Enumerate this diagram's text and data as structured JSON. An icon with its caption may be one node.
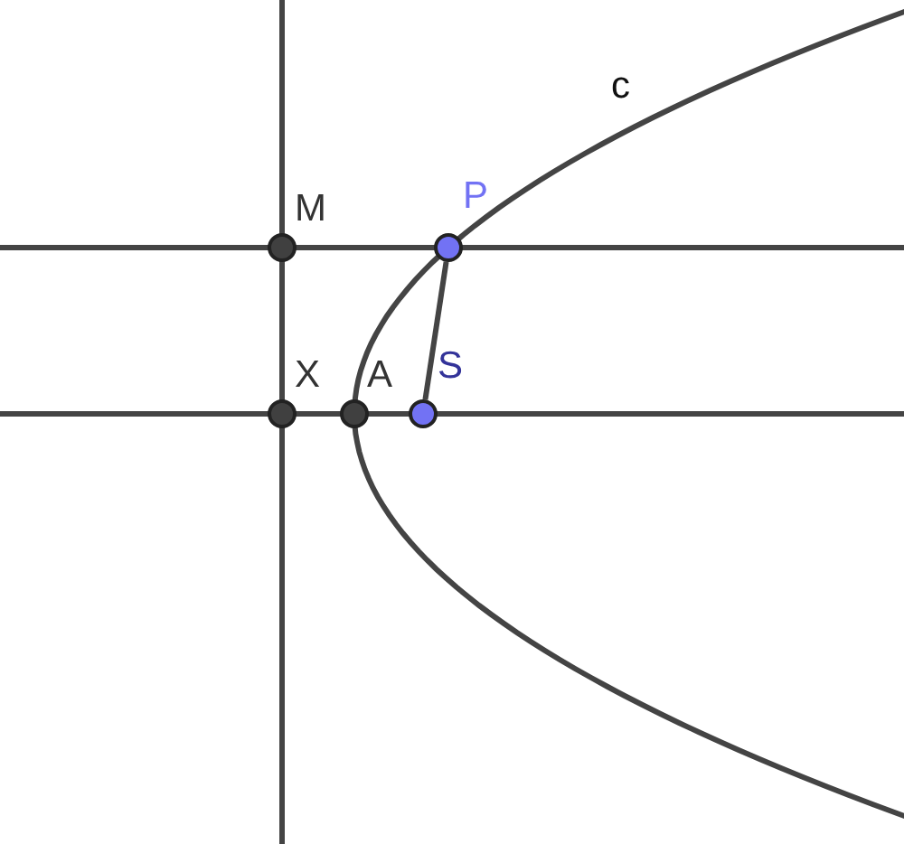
{
  "diagram": {
    "nodes": [
      {
        "text": [],
        "shape": "circle",
        "beside": [
          "M"
        ]
      },
      {
        "text": [],
        "shape": "circle",
        "beside": [
          "P"
        ]
      },
      {
        "text": [],
        "shape": "circle",
        "beside": [
          "X"
        ]
      },
      {
        "text": [],
        "shape": "circle",
        "beside": [
          "A"
        ]
      },
      {
        "text": [],
        "shape": "circle",
        "beside": [
          "S"
        ]
      }
    ],
    "edges": [
      {
        "from": 1,
        "to": 4,
        "arrow": "none"
      }
    ],
    "labels": [
      "c"
    ]
  }
}
